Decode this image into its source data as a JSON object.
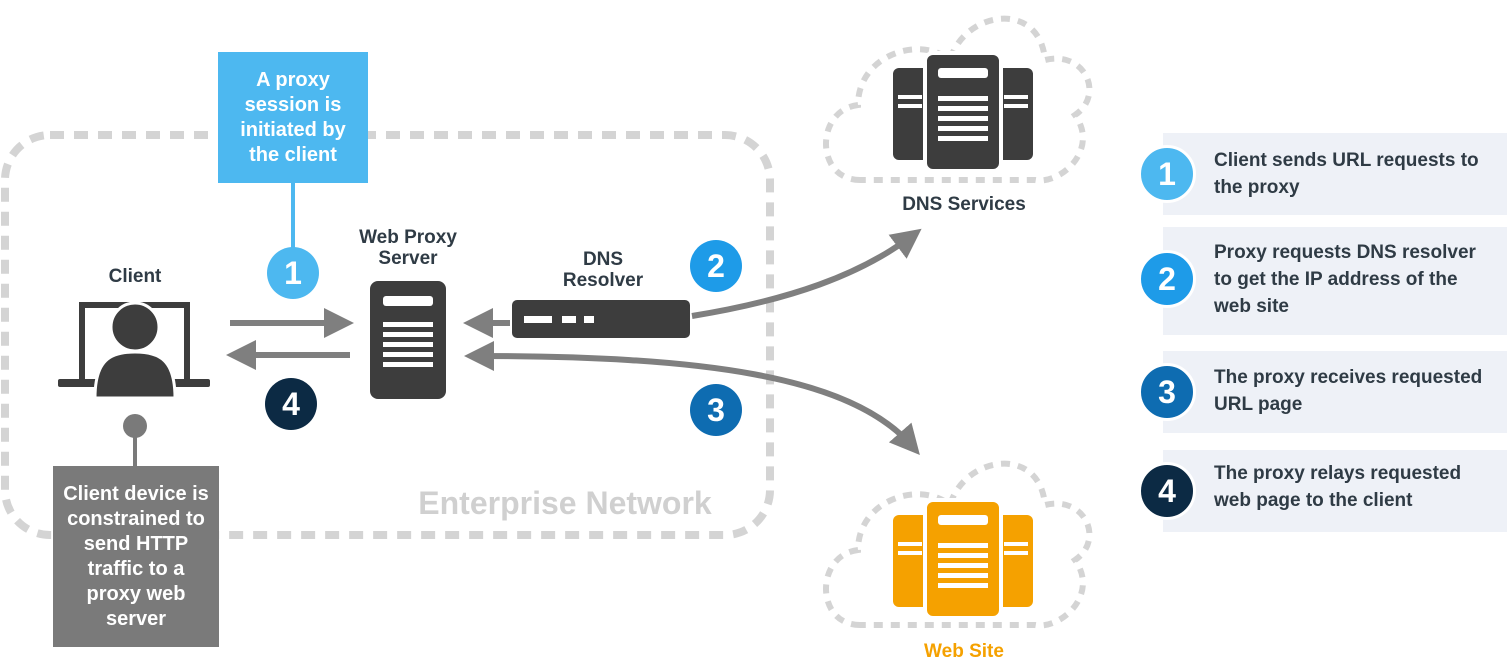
{
  "labels": {
    "client": "Client",
    "web_proxy_server": "Web Proxy Server",
    "dns_resolver": "DNS Resolver",
    "dns_services": "DNS Services",
    "web_site": "Web Site",
    "enterprise_network": "Enterprise Network"
  },
  "callouts": {
    "proxy_session": "A proxy session is initiated by the client",
    "client_constraint": "Client device is constrained to send HTTP traffic to a proxy web server"
  },
  "steps": [
    {
      "number": "1",
      "color": "#4db8f0"
    },
    {
      "number": "2",
      "color": "#1e9be8"
    },
    {
      "number": "3",
      "color": "#0e6cb1"
    },
    {
      "number": "4",
      "color": "#0c2a44"
    }
  ],
  "legend": [
    {
      "number": "1",
      "text": "Client sends URL requests to the proxy",
      "color": "#4db8f0"
    },
    {
      "number": "2",
      "text": "Proxy requests DNS resolver to get the IP address of the web site",
      "color": "#1e9be8"
    },
    {
      "number": "3",
      "text": "The proxy receives requested URL page",
      "color": "#0e6cb1"
    },
    {
      "number": "4",
      "text": "The proxy relays requested web page to the client",
      "color": "#0c2a44"
    }
  ],
  "colors": {
    "dark_gray": "#3d3d3d",
    "arrow_gray": "#7f7f7f",
    "dashed_gray": "#d4d4d4",
    "callout_blue": "#4db8f0",
    "callout_gray": "#7a7a7a",
    "web_site_orange": "#f5a100"
  }
}
